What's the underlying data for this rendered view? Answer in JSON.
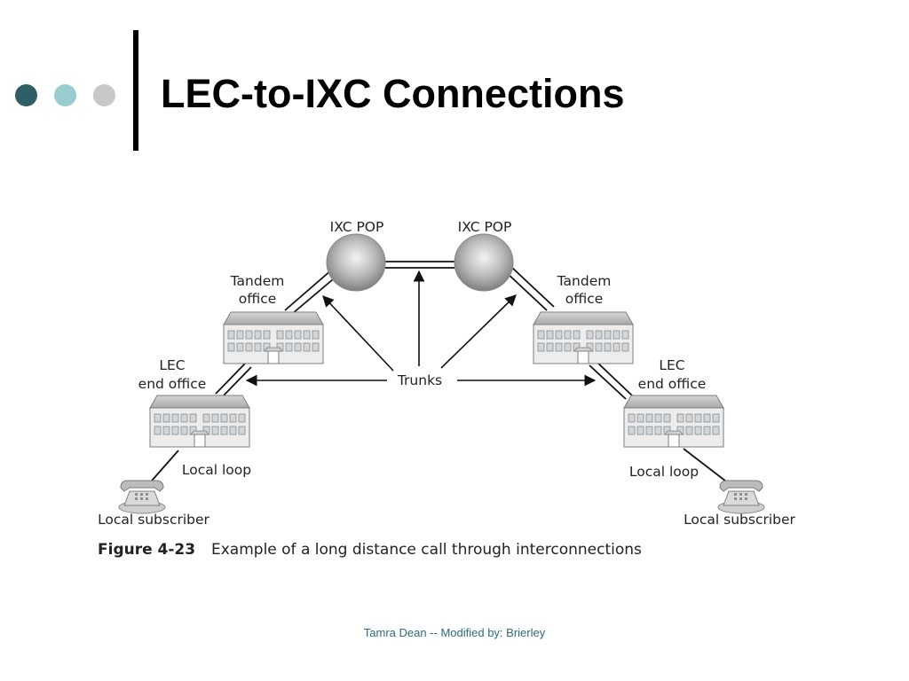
{
  "slide": {
    "title": "LEC-to-IXC Connections",
    "footer": "Tamra Dean -- Modified by: Brierley"
  },
  "colors": {
    "dot_1": "#2f5f66",
    "dot_2": "#99ccd0",
    "dot_3": "#c8c8c8",
    "footer_text": "#2f6b78"
  },
  "diagram": {
    "labels": {
      "ixc_pop_left": "IXC POP",
      "ixc_pop_right": "IXC POP",
      "tandem_left": [
        "Tandem",
        "office"
      ],
      "tandem_right": [
        "Tandem",
        "office"
      ],
      "lec_left": [
        "LEC",
        "end office"
      ],
      "lec_right": [
        "LEC",
        "end office"
      ],
      "trunks": "Trunks",
      "local_loop_left": "Local loop",
      "local_loop_right": "Local loop",
      "subscriber_left": "Local subscriber",
      "subscriber_right": "Local subscriber"
    },
    "caption": {
      "number": "Figure 4-23",
      "text": "Example of a long distance call through interconnections"
    },
    "icons": [
      "building-icon",
      "telephone-icon",
      "globe-icon"
    ]
  }
}
